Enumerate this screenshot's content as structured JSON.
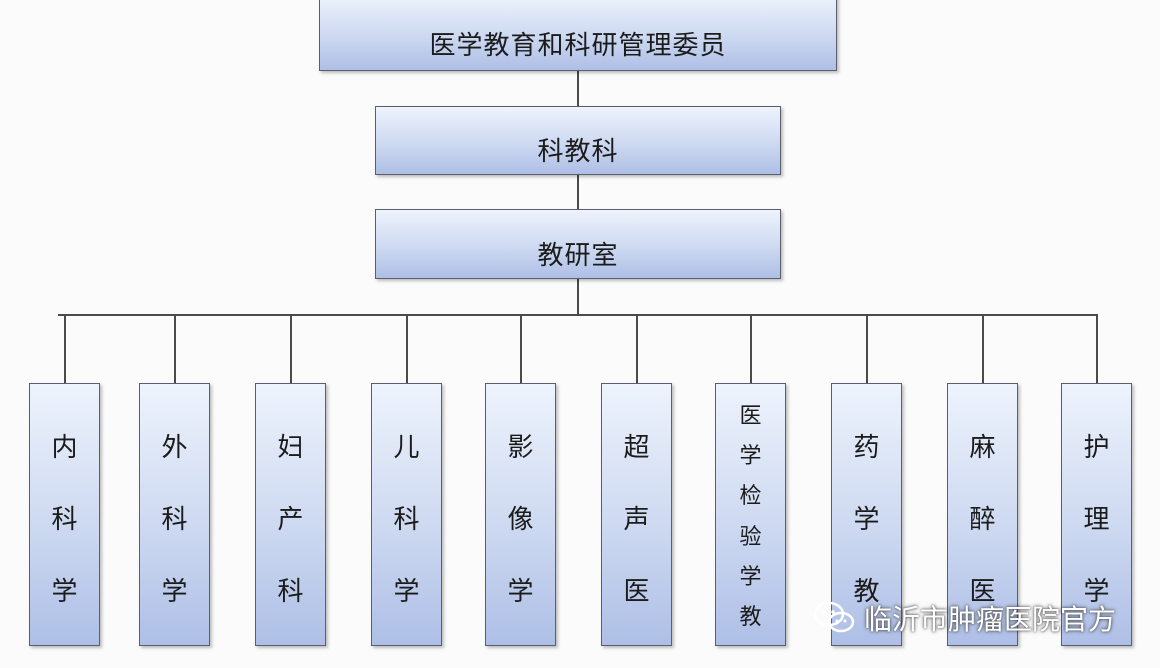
{
  "top": {
    "label": "医学教育和科研管理委员"
  },
  "level2": {
    "label": "科教科"
  },
  "level3": {
    "label": "教研室"
  },
  "departments": [
    {
      "chars": [
        "内",
        "科",
        "学"
      ]
    },
    {
      "chars": [
        "外",
        "科",
        "学"
      ]
    },
    {
      "chars": [
        "妇",
        "产",
        "科"
      ]
    },
    {
      "chars": [
        "儿",
        "科",
        "学"
      ]
    },
    {
      "chars": [
        "影",
        "像",
        "学"
      ]
    },
    {
      "chars": [
        "超",
        "声",
        "医"
      ]
    },
    {
      "chars": [
        "医",
        "学",
        "检",
        "验",
        "学",
        "教"
      ]
    },
    {
      "chars": [
        "药",
        "学",
        "教"
      ]
    },
    {
      "chars": [
        "麻",
        "醉",
        "医"
      ]
    },
    {
      "chars": [
        "护",
        "理",
        "学"
      ]
    }
  ],
  "watermark": {
    "text": "临沂市肿瘤医院官方",
    "icon": "wechat-icon"
  },
  "colors": {
    "box_top": "#eef3fc",
    "box_bottom": "#aebfe6",
    "border": "#5a5f6b",
    "line": "#4a4a4a"
  }
}
